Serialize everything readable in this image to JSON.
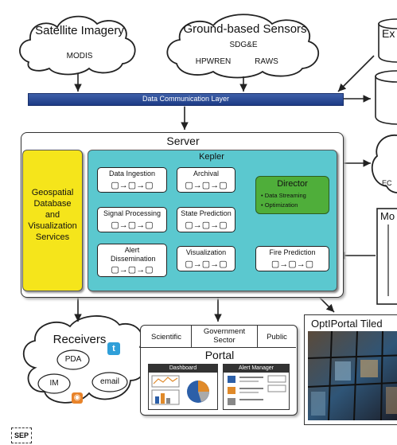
{
  "sources": {
    "satellite": {
      "title": "Satellite Imagery",
      "items": [
        "MODIS"
      ]
    },
    "ground": {
      "title": "Ground-based Sensors",
      "items": [
        "SDG&E",
        "HPWREN",
        "RAWS"
      ]
    },
    "external_partial": {
      "text": "Ex"
    }
  },
  "data_layer": {
    "label": "Data Communication Layer"
  },
  "server": {
    "title": "Server",
    "geospatial": "Geospatial Database and Visualization Services",
    "kepler": {
      "title": "Kepler",
      "actors": [
        "Data Ingestion",
        "Archival",
        "Signal Processing",
        "State Prediction",
        "Alert Dissemination",
        "Visualization",
        "Fire Prediction"
      ],
      "director": {
        "title": "Director",
        "items": [
          "Data Streaming",
          "Optimization"
        ]
      }
    }
  },
  "right_partial": {
    "cloud_text": "EC",
    "box_text": "Mo"
  },
  "receivers": {
    "title": "Receivers",
    "items": [
      "PDA",
      "IM",
      "email"
    ]
  },
  "portal": {
    "tabs": [
      "Scientific",
      "Government Sector",
      "Public"
    ],
    "title": "Portal",
    "panels": [
      "Dashboard",
      "Alert Manager"
    ]
  },
  "optiportal": {
    "title": "OptIPortal Tiled"
  },
  "footer_mark": "SEP"
}
